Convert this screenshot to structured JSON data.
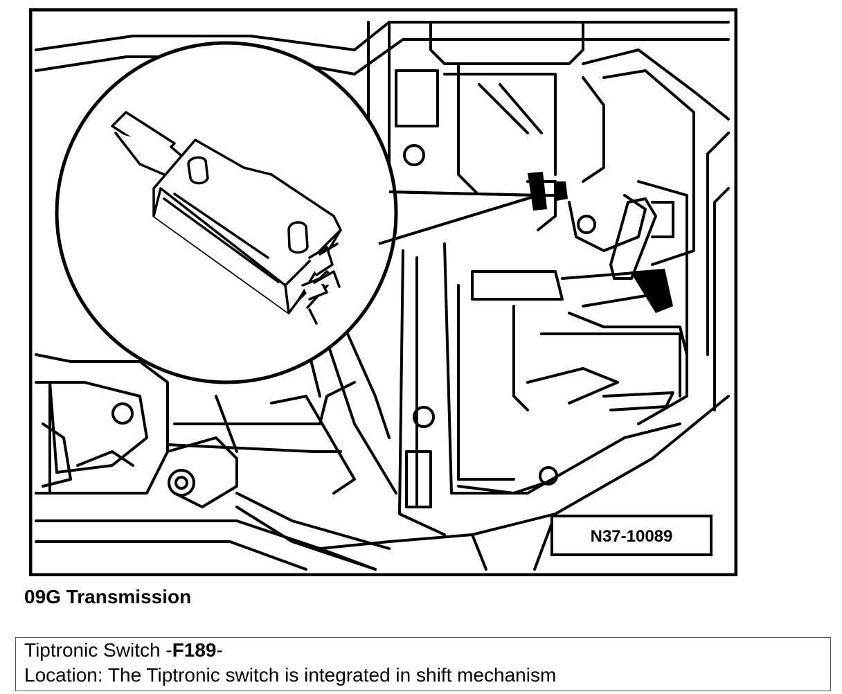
{
  "figure": {
    "ref_code": "N37-10089"
  },
  "caption": "09G Transmission",
  "info": {
    "title_prefix": "Tiptronic Switch -",
    "title_code": "F189",
    "title_suffix": "-",
    "location": "Location: The Tiptronic switch is integrated in shift mechanism"
  }
}
